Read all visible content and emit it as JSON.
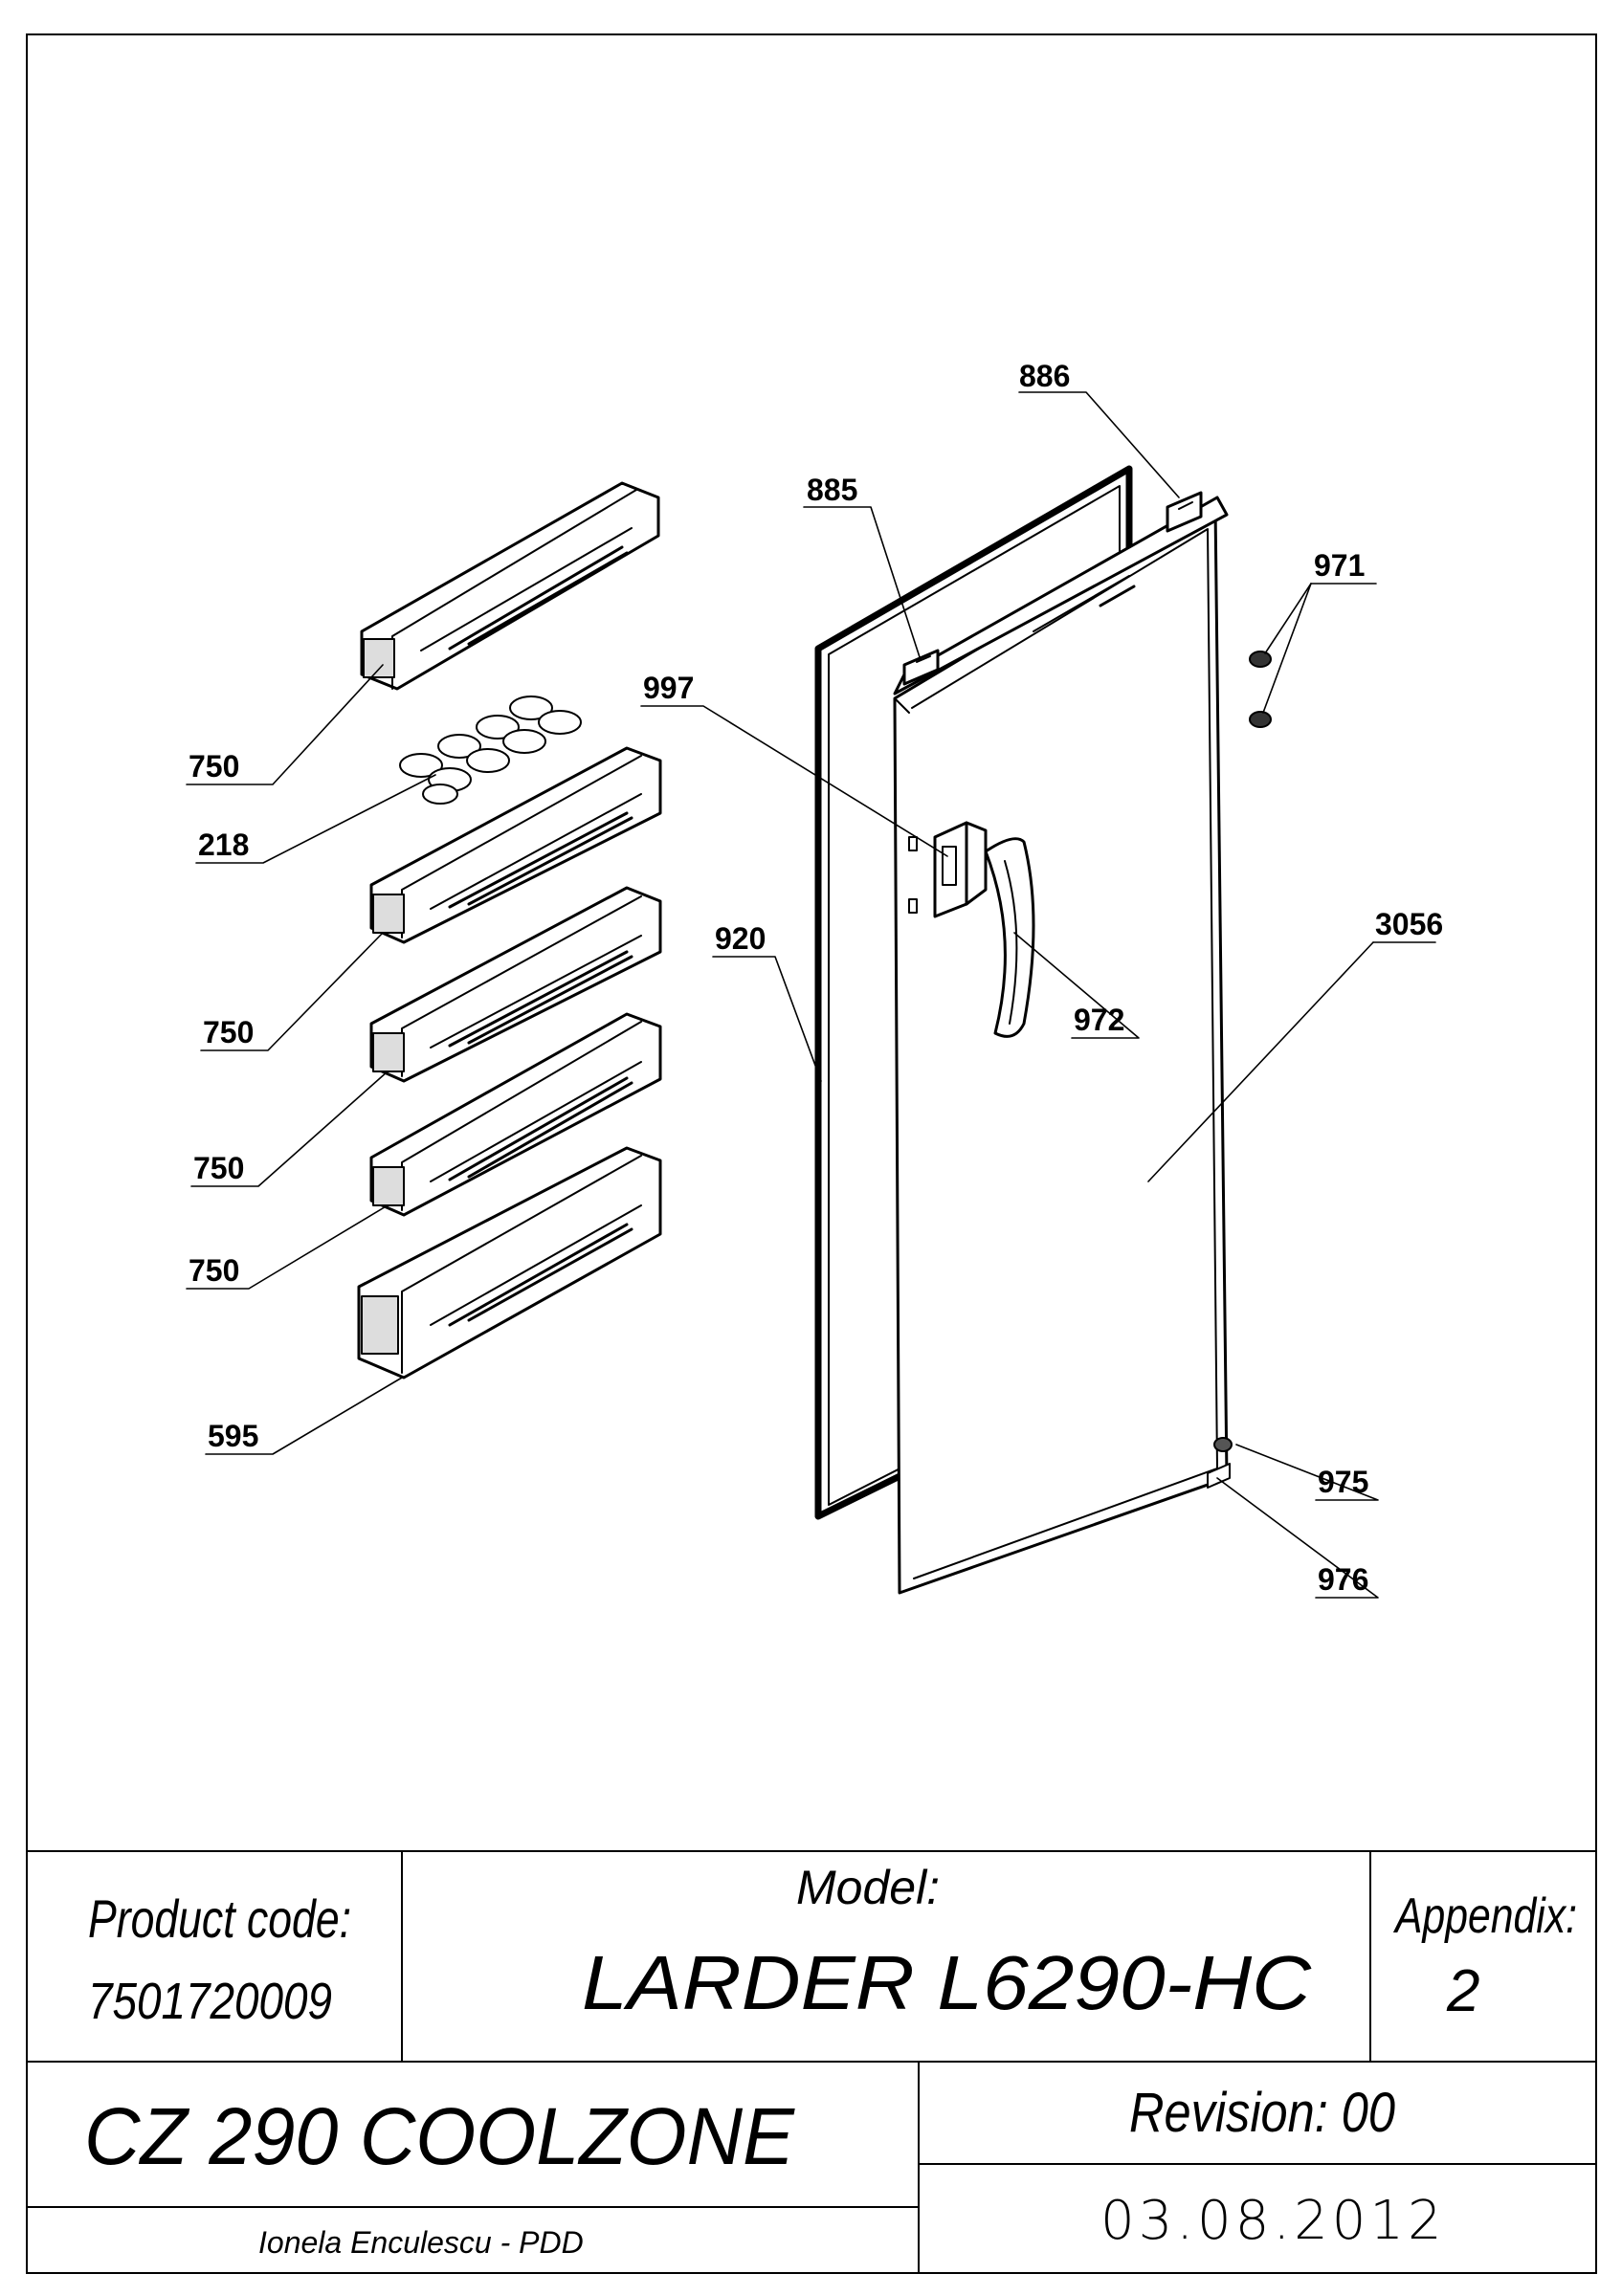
{
  "callouts": {
    "c886": "886",
    "c885": "885",
    "c971": "971",
    "c997": "997",
    "c750a": "750",
    "c218": "218",
    "c920": "920",
    "c3056": "3056",
    "c972": "972",
    "c750b": "750",
    "c750c": "750",
    "c750d": "750",
    "c595": "595",
    "c975": "975",
    "c976": "976"
  },
  "title_block": {
    "product_code_label": "Product code:",
    "product_code_value": "7501720009",
    "model_label": "Model:",
    "model_value": "LARDER L6290-HC",
    "appendix_label": "Appendix:",
    "appendix_value": "2",
    "product_name": "CZ 290 COOLZONE",
    "revision": "Revision: 00",
    "author": "Ionela Enculescu - PDD",
    "date": "03.08.2012"
  }
}
